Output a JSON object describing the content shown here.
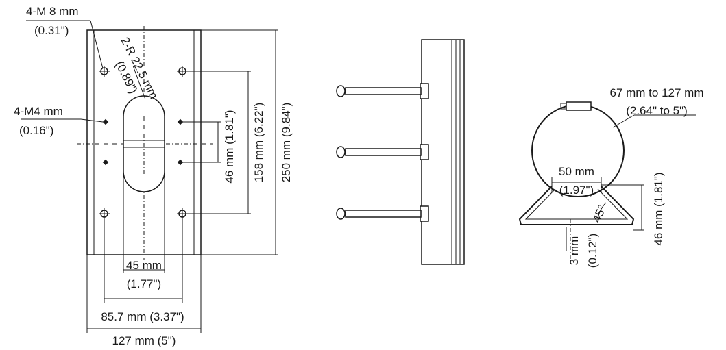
{
  "front_view": {
    "hole_label_1": "4-M 8 mm",
    "hole_label_2": "(0.31\")",
    "radius_label_1": "2-R 22.5 mm",
    "radius_label_2": "(0.89\")",
    "screw_label_1": "4-M4 mm",
    "screw_label_2": "(0.16\")",
    "slot_width_1": "45 mm",
    "slot_width_2": "(1.77\")",
    "hole_spacing": "85.7 mm (3.37\")",
    "total_width": "127 mm (5\")",
    "screw_spacing": "46 mm (1.81\")",
    "hole_vertical": "158 mm (6.22\")",
    "total_height": "250 mm (9.84\")"
  },
  "clamp_view": {
    "diameter_1": "67 mm to 127 mm",
    "diameter_2": "(2.64\" to 5\")",
    "base_width_1": "50 mm",
    "base_width_2": "(1.97\")",
    "angle": "45°",
    "thickness_1": "3 mm",
    "thickness_2": "(0.12\")",
    "bracket_height": "46 mm (1.81\")"
  },
  "colors": {
    "line": "#1a1a1a",
    "background": "#ffffff"
  }
}
